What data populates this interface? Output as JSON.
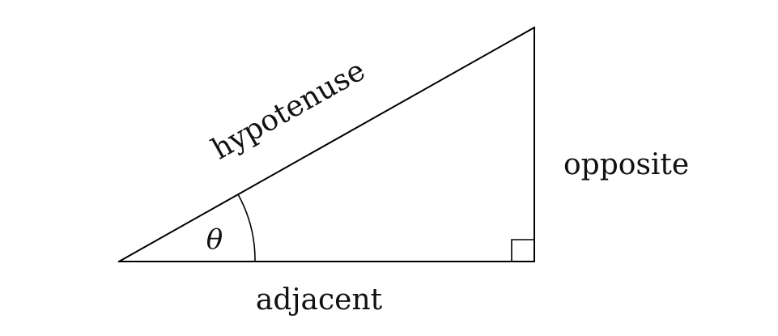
{
  "diagram": {
    "labels": {
      "hypotenuse": "hypotenuse",
      "opposite": "opposite",
      "adjacent": "adjacent",
      "angle": "θ"
    },
    "colors": {
      "stroke": "#000000",
      "text": "#111111",
      "background": "#ffffff"
    },
    "right_angle_marker": true
  }
}
